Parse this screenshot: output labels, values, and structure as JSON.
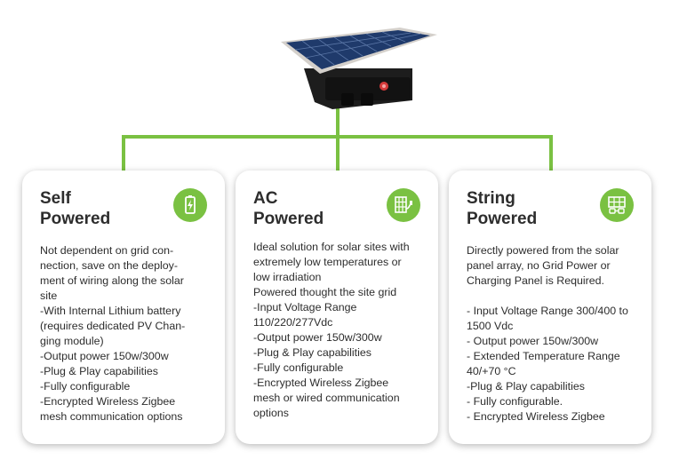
{
  "colors": {
    "accent": "#7ac142",
    "text": "#2d2d2d",
    "card_bg": "#ffffff"
  },
  "device": {
    "icon": "solar-panel-device-illustration"
  },
  "cards": [
    {
      "title_line1": "Self",
      "title_line2": "Powered",
      "icon": "battery-charging-icon",
      "lines": [
        "Not dependent on grid con-",
        "nection, save on the deploy-",
        "ment of wiring along the solar",
        "site",
        "-With Internal Lithium battery",
        "(requires dedicated PV Chan-",
        "ging module)",
        "-Output power 150w/300w",
        "-Plug & Play capabilities",
        "-Fully configurable",
        "-Encrypted Wireless Zigbee",
        "mesh communication options"
      ]
    },
    {
      "title_line1": "AC",
      "title_line2": "Powered",
      "icon": "solar-panel-plug-icon",
      "lines": [
        "Ideal solution for solar sites with",
        "extremely low temperatures or",
        "low irradiation",
        "Powered thought the site grid",
        "-Input Voltage Range",
        "110/220/277Vdc",
        "-Output power 150w/300w",
        "-Plug & Play capabilities",
        "-Fully configurable",
        "-Encrypted Wireless Zigbee",
        "mesh or wired communication",
        "options"
      ]
    },
    {
      "title_line1": "String",
      "title_line2": "Powered",
      "icon": "solar-string-icon",
      "lines": [
        "Directly powered from the solar",
        "panel array, no Grid Power or",
        "Charging Panel is Required.",
        "",
        "- Input Voltage Range 300/400 to",
        "1500 Vdc",
        "- Output power 150w/300w",
        "- Extended Temperature Range",
        "40/+70 °C",
        "-Plug & Play capabilities",
        "- Fully configurable.",
        "- Encrypted Wireless Zigbee"
      ]
    }
  ]
}
